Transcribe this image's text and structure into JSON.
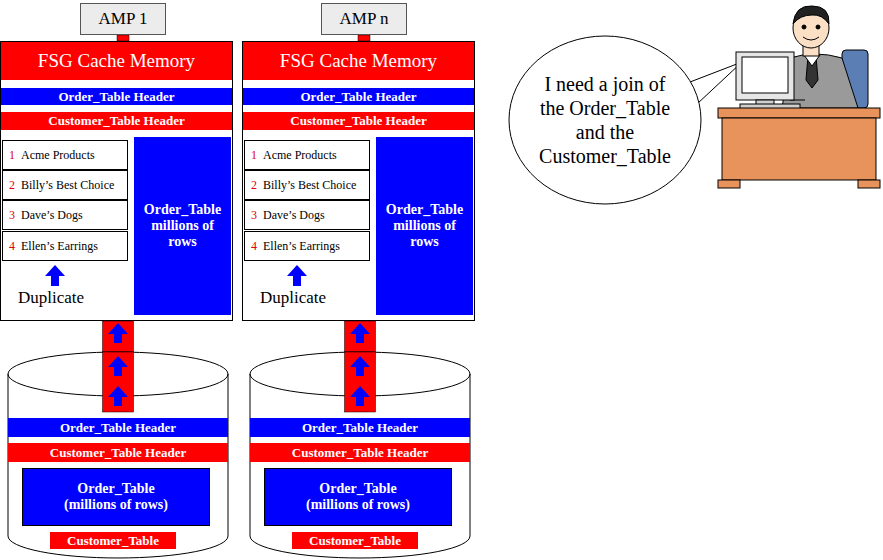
{
  "diagram": {
    "nodes": [
      {
        "text": [
          "AMP 1"
        ]
      },
      {
        "text": [
          "AMP n"
        ]
      },
      {
        "text": [
          "FSG Cache Memory"
        ]
      },
      {
        "text": [
          "Order_Table Header"
        ],
        "in": 2
      },
      {
        "text": [
          "Customer_Table Header"
        ],
        "in": 2
      },
      {
        "text": [
          "1",
          "Acme Products"
        ],
        "in": 2
      },
      {
        "text": [
          "2",
          "Billy’s Best Choice"
        ],
        "in": 2
      },
      {
        "text": [
          "3",
          "Dave’s Dogs"
        ],
        "in": 2
      },
      {
        "text": [
          "4",
          "Ellen’s Earrings"
        ],
        "in": 2
      },
      {
        "text": [
          "Order_Table millions of rows"
        ],
        "in": 2
      },
      {
        "text": [
          "FSG Cache Memory"
        ]
      },
      {
        "text": [
          "Order_Table Header"
        ],
        "in": 10
      },
      {
        "text": [
          "Customer_Table Header"
        ],
        "in": 10
      },
      {
        "text": [
          "1",
          "Acme Products"
        ],
        "in": 10
      },
      {
        "text": [
          "2",
          "Billy’s Best Choice"
        ],
        "in": 10
      },
      {
        "text": [
          "3",
          "Dave’s Dogs"
        ],
        "in": 10
      },
      {
        "text": [
          "4",
          "Ellen’s Earrings"
        ],
        "in": 10
      },
      {
        "text": [
          "Order_Table millions of rows"
        ],
        "in": 10
      },
      {
        "text": []
      },
      {
        "text": [
          "Order_Table Header"
        ],
        "in": 18
      },
      {
        "text": [
          "Customer_Table Header"
        ],
        "in": 18
      },
      {
        "text": [
          "Order_Table (millions of rows)"
        ],
        "in": 18
      },
      {
        "text": [
          "Customer_Table"
        ],
        "in": 18
      },
      {
        "text": []
      },
      {
        "text": [
          "Order_Table Header"
        ],
        "in": 23
      },
      {
        "text": [
          "Customer_Table Header"
        ],
        "in": 23
      },
      {
        "text": [
          "Order_Table (millions of rows)"
        ],
        "in": 23
      },
      {
        "text": [
          "Customer_Table"
        ],
        "in": 23
      },
      {
        "text": [
          "I need a join of the Order_Table and the Customer_Table"
        ]
      }
    ],
    "edges": [
      {
        "from": 0,
        "to": 2,
        "arrow": "none"
      },
      {
        "from": 1,
        "to": 10,
        "arrow": "none"
      },
      {
        "from": 18,
        "to": 2,
        "arrow": "to"
      },
      {
        "from": 23,
        "to": 10,
        "arrow": "to"
      }
    ],
    "labels": [
      "Duplicate",
      "Duplicate"
    ]
  }
}
